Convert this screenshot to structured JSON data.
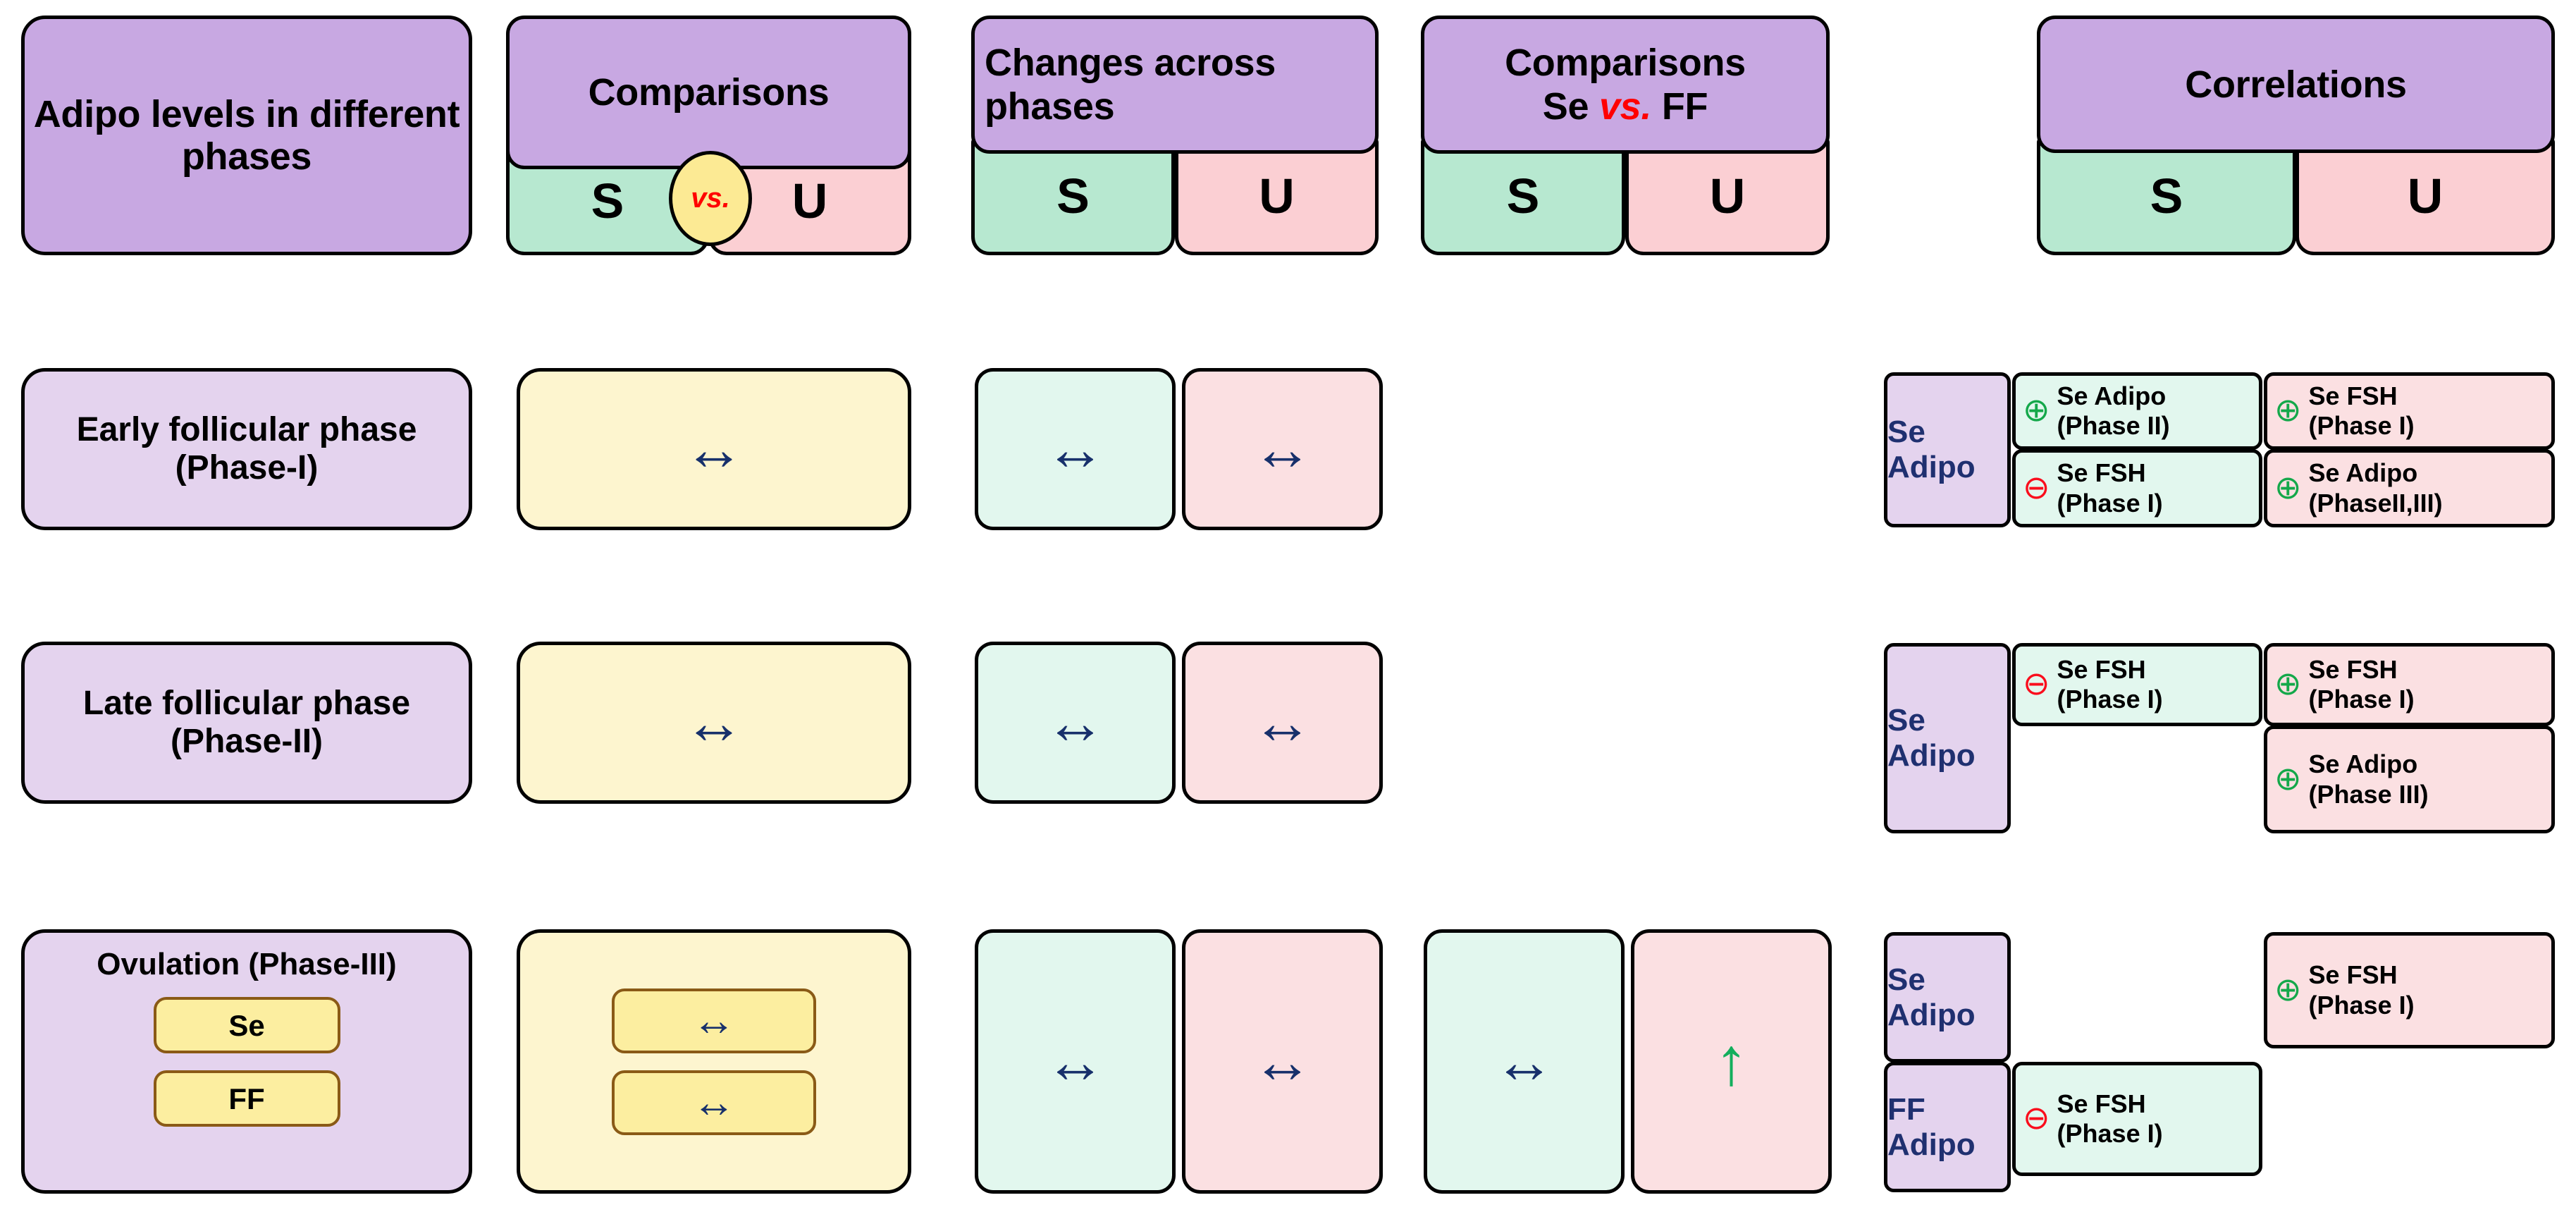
{
  "headers": [
    {
      "id": "h-phases",
      "title": "Adipo levels in different phases",
      "sub": []
    },
    {
      "id": "h-comp",
      "title": "Comparisons",
      "sub": [
        "S",
        "U"
      ],
      "vs_label": "vs."
    },
    {
      "id": "h-changes",
      "title": "Changes across phases",
      "sub": [
        "S",
        "U"
      ]
    },
    {
      "id": "h-sevsff",
      "title_line1": "Comparisons",
      "title_line2_a": "Se ",
      "title_line2_vs": "vs.",
      "title_line2_b": " FF",
      "sub": [
        "S",
        "U"
      ]
    },
    {
      "id": "h-corr",
      "title": "Correlations",
      "sub": [
        "S",
        "U"
      ]
    }
  ],
  "rows": [
    {
      "id": "row-phase1",
      "label": "Early  follicular phase (Phase-I)",
      "comparison_arrow": "↔",
      "changes": {
        "s": "↔",
        "u": "↔"
      },
      "se_vs_ff": {
        "s": "",
        "u": ""
      },
      "correlations": {
        "left_labels": [
          "Se Adipo"
        ],
        "s": [
          {
            "sign": "plus",
            "symbol": "⊕",
            "line1": "Se Adipo",
            "line2": "(Phase II)"
          },
          {
            "sign": "minus",
            "symbol": "⊖",
            "line1": "Se FSH",
            "line2": "(Phase I)"
          }
        ],
        "u": [
          {
            "sign": "plus",
            "symbol": "⊕",
            "line1": "Se FSH",
            "line2": "(Phase I)"
          },
          {
            "sign": "plus",
            "symbol": "⊕",
            "line1": "Se Adipo",
            "line2": "(PhaseII,III)"
          }
        ]
      }
    },
    {
      "id": "row-phase2",
      "label": "Late follicular phase (Phase-II)",
      "comparison_arrow": "↔",
      "changes": {
        "s": "↔",
        "u": "↔"
      },
      "se_vs_ff": {
        "s": "",
        "u": ""
      },
      "correlations": {
        "left_labels": [
          "Se Adipo"
        ],
        "s": [
          {
            "sign": "minus",
            "symbol": "⊖",
            "line1": "Se FSH",
            "line2": "(Phase I)"
          }
        ],
        "u": [
          {
            "sign": "plus",
            "symbol": "⊕",
            "line1": "Se FSH",
            "line2": "(Phase I)"
          },
          {
            "sign": "plus",
            "symbol": "⊕",
            "line1": "Se Adipo",
            "line2": "(Phase III)"
          }
        ]
      }
    },
    {
      "id": "row-phase3",
      "label": "Ovulation (Phase-III)",
      "sub_chips": [
        "Se",
        "FF"
      ],
      "comparison_chips": [
        "↔",
        "↔"
      ],
      "changes": {
        "s": "↔",
        "u": "↔"
      },
      "se_vs_ff": {
        "s": "↔",
        "u": "↑"
      },
      "correlations": {
        "left_labels": [
          "Se Adipo",
          "FF Adipo"
        ],
        "s": [
          {
            "sign": "minus",
            "symbol": "⊖",
            "line1": "Se FSH",
            "line2": "(Phase I)"
          }
        ],
        "u": [
          {
            "sign": "plus",
            "symbol": "⊕",
            "line1": "Se FSH",
            "line2": "(Phase I)"
          }
        ]
      }
    }
  ],
  "colors": {
    "header_purple": "#c8a8e2",
    "row_purple": "#e4d3ee",
    "header_green": "#b7e8d0",
    "header_pink": "#fbcfd3",
    "body_green": "#e2f7ee",
    "body_pink": "#fbe0e2",
    "yellow_panel": "#fdf5cf",
    "yellow_chip": "#fceea0",
    "arrow_navy": "#17306b",
    "arrow_green": "#13ae5c",
    "plus_green": "#14a84a",
    "minus_red": "#fa0d1c",
    "vs_red": "#ff0000",
    "navy_text": "#1f3070"
  }
}
